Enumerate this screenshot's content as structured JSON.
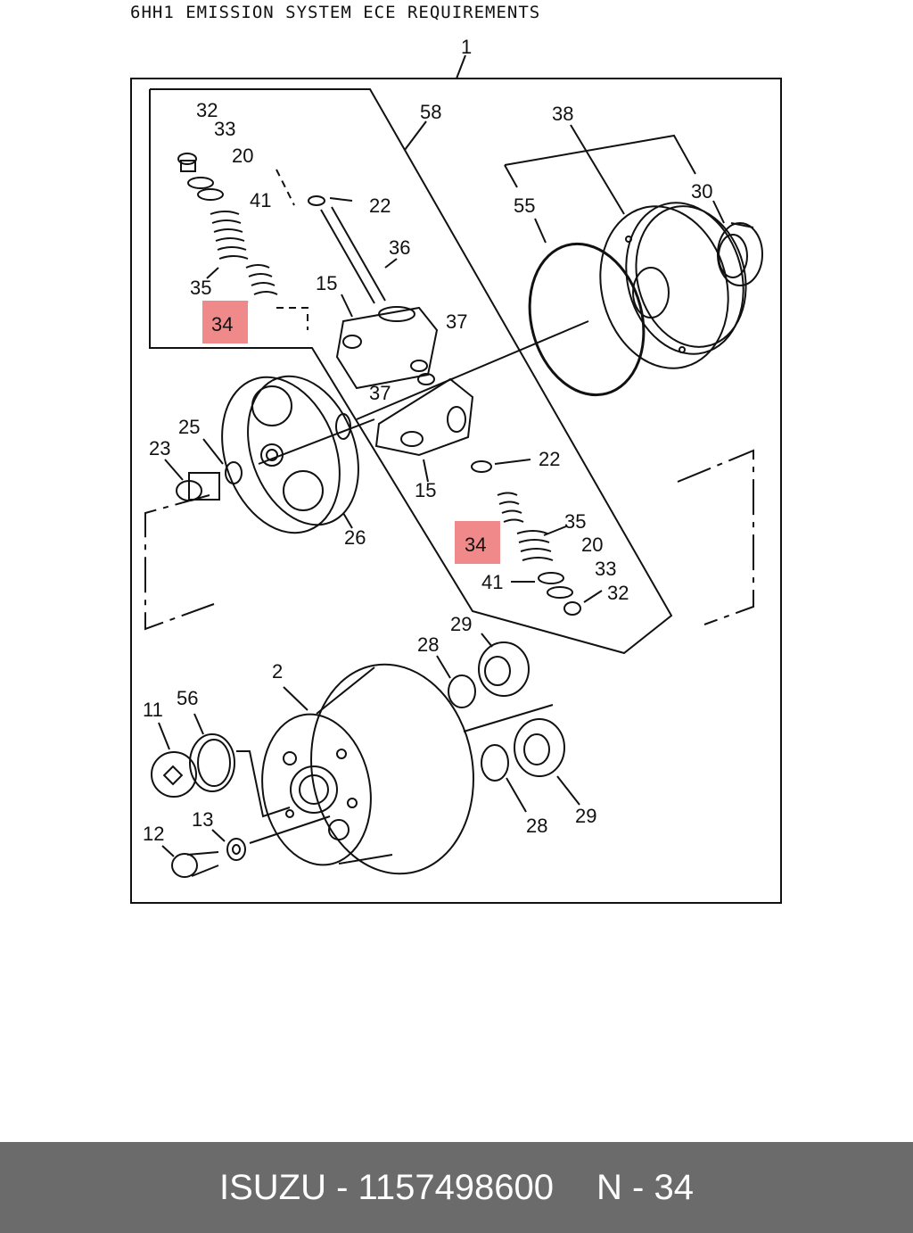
{
  "title": "6HH1 EMISSION SYSTEM ECE REQUIREMENTS",
  "callouts": {
    "c1": "1",
    "c58": "58",
    "c38": "38",
    "c30": "30",
    "c55": "55",
    "c32a": "32",
    "c33a": "33",
    "c20a": "20",
    "c41a": "41",
    "c22a": "22",
    "c36": "36",
    "c35a": "35",
    "c15a": "15",
    "c34a": "34",
    "c37a": "37",
    "c37b": "37",
    "c25": "25",
    "c23": "23",
    "c26": "26",
    "c15b": "15",
    "c22b": "22",
    "c35b": "35",
    "c34b": "34",
    "c20b": "20",
    "c33b": "33",
    "c41b": "41",
    "c32b": "32",
    "c28a": "28",
    "c29a": "29",
    "c2": "2",
    "c11": "11",
    "c56": "56",
    "c13": "13",
    "c12": "12",
    "c28b": "28",
    "c29b": "29"
  },
  "highlight_color": "#f08a8a",
  "footer": {
    "brand": "ISUZU",
    "separator": " - ",
    "part_number": "1157498600",
    "ref_prefix": "N - ",
    "ref_number": "34"
  }
}
